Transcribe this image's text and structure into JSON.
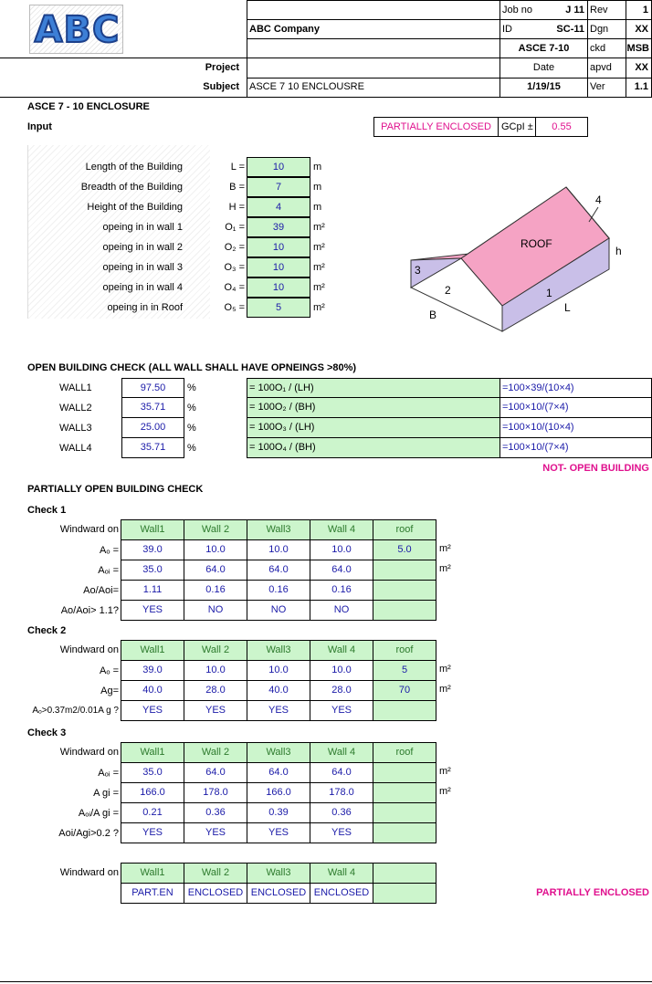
{
  "header": {
    "logo_text": "ABC",
    "company": "ABC Company",
    "job_no_label": "Job no",
    "job_no": "J 11",
    "rev_label": "Rev",
    "rev": "1",
    "id_label": "ID",
    "id": "SC-11",
    "dgn_label": "Dgn",
    "dgn": "XX",
    "code": "ASCE 7-10",
    "ckd_label": "ckd",
    "ckd": "MSB",
    "project_label": "Project",
    "date_label": "Date",
    "apvd_label": "apvd",
    "apvd": "XX",
    "subject_label": "Subject",
    "subject": "ASCE 7 10 ENCLOUSRE",
    "date": "1/19/15",
    "ver_label": "Ver",
    "ver": "1.1"
  },
  "title": "ASCE 7 - 10  ENCLOSURE",
  "input_label": "Input",
  "result_box": {
    "status": "PARTIALLY ENCLOSED",
    "gcpi_label": "GCpI ±",
    "gcpi": "0.55"
  },
  "inputs": [
    {
      "label": "Length of the Building",
      "sym": "L =",
      "value": "10",
      "unit": "m"
    },
    {
      "label": "Breadth of the Building",
      "sym": "B =",
      "value": "7",
      "unit": "m"
    },
    {
      "label": "Height of the Building",
      "sym": "H =",
      "value": "4",
      "unit": "m"
    },
    {
      "label": "opeing in in wall 1",
      "sym": "O₁ =",
      "value": "39",
      "unit": "m²"
    },
    {
      "label": "opeing in in wall 2",
      "sym": "O₂ =",
      "value": "10",
      "unit": "m²"
    },
    {
      "label": "opeing in in wall 3",
      "sym": "O₃ =",
      "value": "10",
      "unit": "m²"
    },
    {
      "label": "opeing in in wall 4",
      "sym": "O₄ =",
      "value": "10",
      "unit": "m²"
    },
    {
      "label": "opeing in in Roof",
      "sym": "O₅ =",
      "value": "5",
      "unit": "m²"
    }
  ],
  "diagram": {
    "roof": "ROOF",
    "n4": "4",
    "h": "h",
    "n3": "3",
    "n2": "2",
    "n1": "1",
    "L": "L",
    "B": "B"
  },
  "open_check": {
    "title": "OPEN BUILDING CHECK (ALL WALL SHALL HAVE OPNEINGS >80%)",
    "rows": [
      {
        "wall": "WALL1",
        "value": "97.50",
        "pct": "%",
        "formula": "= 100O₁ / (LH)",
        "calc": "=100×39/(10×4)"
      },
      {
        "wall": "WALL2",
        "value": "35.71",
        "pct": "%",
        "formula": "= 100O₂ / (BH)",
        "calc": "=100×10/(7×4)"
      },
      {
        "wall": "WALL3",
        "value": "25.00",
        "pct": "%",
        "formula": "= 100O₃ / (LH)",
        "calc": "=100×10/(10×4)"
      },
      {
        "wall": "WALL4",
        "value": "35.71",
        "pct": "%",
        "formula": "= 100O₄ / (BH)",
        "calc": "=100×10/(7×4)"
      }
    ],
    "result": "NOT- OPEN BUILDING"
  },
  "partial": {
    "title": "PARTIALLY OPEN BUILDING CHECK",
    "check1": {
      "label": "Check 1",
      "windward_label": "Windward on",
      "headers": [
        "Wall1",
        "Wall 2",
        "Wall3",
        "Wall 4",
        "roof"
      ],
      "rows": [
        {
          "label": "Aₒ =",
          "cells": [
            "39.0",
            "10.0",
            "10.0",
            "10.0",
            "5.0"
          ],
          "unit": "m²"
        },
        {
          "label": "Aₒᵢ =",
          "cells": [
            "35.0",
            "64.0",
            "64.0",
            "64.0",
            ""
          ],
          "unit": "m²"
        },
        {
          "label": "Ao/Aoi=",
          "cells": [
            "1.11",
            "0.16",
            "0.16",
            "0.16",
            ""
          ],
          "unit": ""
        },
        {
          "label": "Ao/Aoi> 1.1?",
          "cells": [
            "YES",
            "NO",
            "NO",
            "NO",
            ""
          ],
          "unit": ""
        }
      ]
    },
    "check2": {
      "label": "Check 2",
      "windward_label": "Windward on",
      "headers": [
        "Wall1",
        "Wall 2",
        "Wall3",
        "Wall 4",
        "roof"
      ],
      "rows": [
        {
          "label": "Aₒ =",
          "cells": [
            "39.0",
            "10.0",
            "10.0",
            "10.0",
            "5"
          ],
          "unit": "m²"
        },
        {
          "label": "Ag=",
          "cells": [
            "40.0",
            "28.0",
            "40.0",
            "28.0",
            "70"
          ],
          "unit": "m²"
        },
        {
          "label": "Aₒ>0.37m2/0.01A g ?",
          "cells": [
            "YES",
            "YES",
            "YES",
            "YES",
            ""
          ],
          "unit": ""
        }
      ]
    },
    "check3": {
      "label": "Check 3",
      "windward_label": "Windward on",
      "headers": [
        "Wall1",
        "Wall 2",
        "Wall3",
        "Wall 4",
        "roof"
      ],
      "rows": [
        {
          "label": "Aₒᵢ =",
          "cells": [
            "35.0",
            "64.0",
            "64.0",
            "64.0",
            ""
          ],
          "unit": "m²"
        },
        {
          "label": "A gi =",
          "cells": [
            "166.0",
            "178.0",
            "166.0",
            "178.0",
            ""
          ],
          "unit": "m²"
        },
        {
          "label": "Aₒᵢ/A gi =",
          "cells": [
            "0.21",
            "0.36",
            "0.39",
            "0.36",
            ""
          ],
          "unit": ""
        },
        {
          "label": "Aoi/Agi>0.2 ?",
          "cells": [
            "YES",
            "YES",
            "YES",
            "YES",
            ""
          ],
          "unit": ""
        }
      ]
    },
    "final": {
      "windward_label": "Windward on",
      "headers": [
        "Wall1",
        "Wall 2",
        "Wall3",
        "Wall 4",
        ""
      ],
      "cells": [
        "PART.EN",
        "ENCLOSED",
        "ENCLOSED",
        "ENCLOSED",
        ""
      ],
      "result": "PARTIALLY ENCLOSED"
    }
  },
  "colors": {
    "green": "#ccf5cc",
    "magenta": "#e0118e",
    "blue": "#1a1aa8",
    "roof": "#f5a3c4",
    "wall": "#c9bfe8"
  }
}
